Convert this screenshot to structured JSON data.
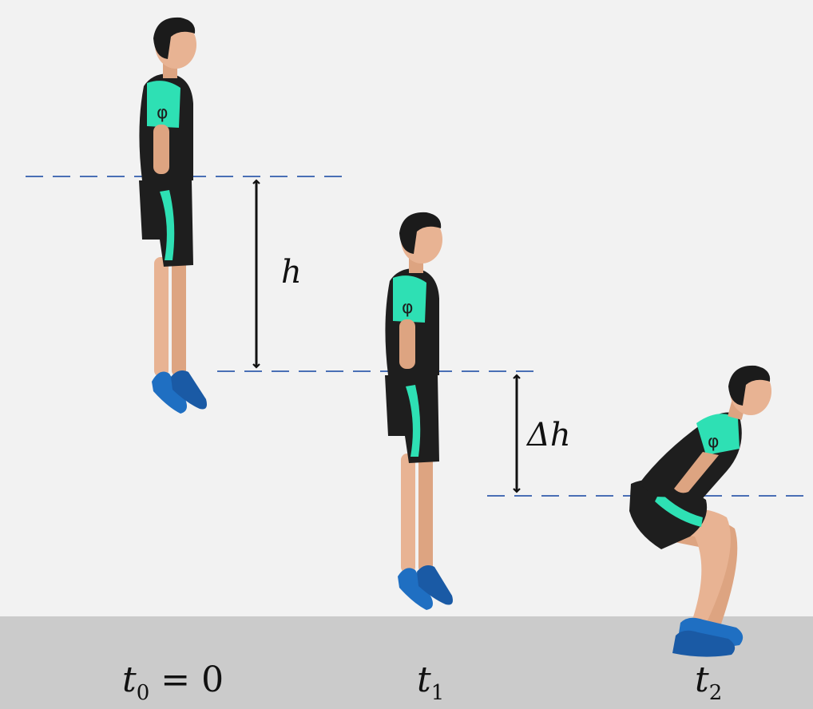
{
  "labels": {
    "h": "h",
    "delta_h": "Δh",
    "t0_var": "t",
    "t0_sub": "0",
    "t0_rest": " = 0",
    "t1_var": "t",
    "t1_sub": "1",
    "t2_var": "t",
    "t2_sub": "2"
  },
  "shirt_logo": "φ",
  "colors": {
    "background": "#f2f2f2",
    "floor": "#cbcbcb",
    "dashed_line": "#4a6fb5",
    "arrow": "#111111",
    "skin": "#e8b393",
    "hair": "#1b1b1b",
    "shirt": "#1e1e1e",
    "accent": "#2ee0b4",
    "shoe": "#1f6fc2"
  }
}
